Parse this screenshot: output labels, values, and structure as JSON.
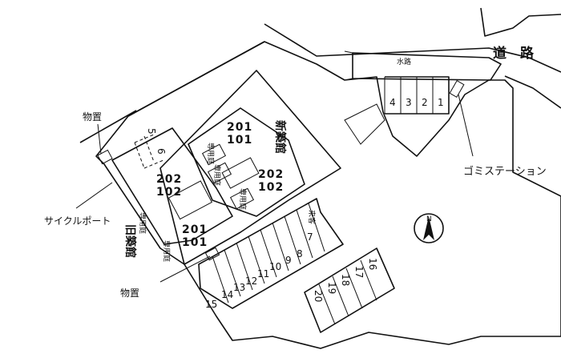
{
  "labels": {
    "road": "道　路",
    "waterway": "水路",
    "garbage_station": "ゴミステーション",
    "storage_top": "物置",
    "storage_bottom": "物置",
    "cycle_port": "サイクルポート",
    "building_new": "新築館",
    "building_old": "旧築館",
    "private_garden": "専用庭",
    "guest": "来客"
  },
  "units": {
    "new_upper": [
      "201",
      "101"
    ],
    "new_right": [
      "202",
      "102"
    ],
    "old_upper": [
      "202",
      "102"
    ],
    "old_lower": [
      "201",
      "101"
    ]
  },
  "parking": {
    "top_row": [
      "4",
      "3",
      "2",
      "1"
    ],
    "diagonal_row": [
      "15",
      "14",
      "13",
      "12",
      "11",
      "10",
      "9",
      "8",
      "7"
    ],
    "right_row": [
      "20",
      "19",
      "18",
      "17",
      "16"
    ],
    "stalls_left": [
      "5",
      "6"
    ]
  },
  "compass": {
    "north": "N"
  }
}
